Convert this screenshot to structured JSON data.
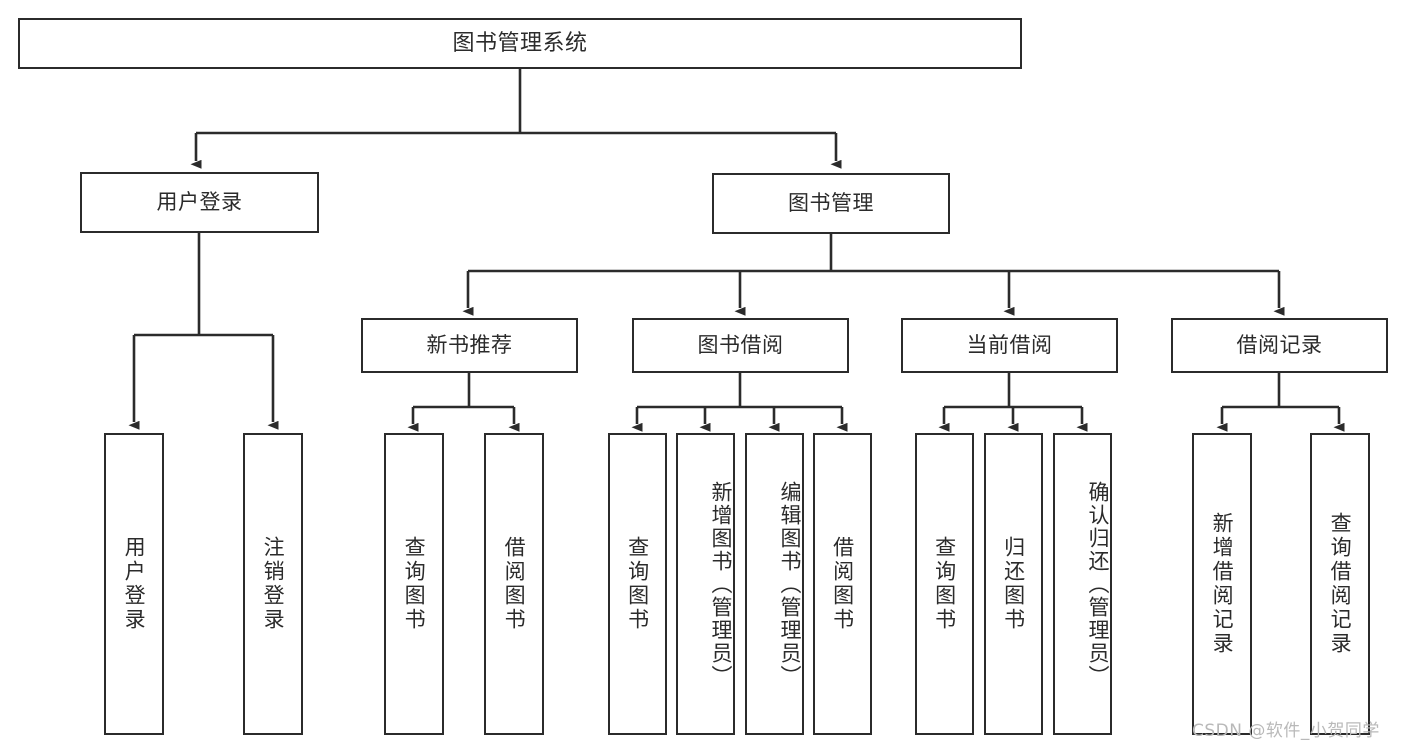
{
  "diagram": {
    "type": "tree",
    "title": "图书管理系统",
    "orientation": "top-down",
    "colors": {
      "node_border": "#2b2b2b",
      "node_fill": "#ffffff",
      "edge": "#2b2b2b",
      "text": "#2b2b2b",
      "background": "#ffffff",
      "watermark": "#b9b9b9"
    },
    "root": {
      "label": "图书管理系统"
    },
    "level2": [
      {
        "label": "用户登录"
      },
      {
        "label": "图书管理"
      }
    ],
    "level3": [
      {
        "label": "新书推荐"
      },
      {
        "label": "图书借阅"
      },
      {
        "label": "当前借阅"
      },
      {
        "label": "借阅记录"
      }
    ],
    "leaves": {
      "user_login": [
        {
          "label": "用户登录"
        },
        {
          "label": "注销登录"
        }
      ],
      "new_book_recommend": [
        {
          "label": "查询图书"
        },
        {
          "label": "借阅图书"
        }
      ],
      "book_borrow": [
        {
          "label": "查询图书"
        },
        {
          "label": "新增图书（管理员）"
        },
        {
          "label": "编辑图书（管理员）"
        },
        {
          "label": "借阅图书"
        }
      ],
      "current_borrow": [
        {
          "label": "查询图书"
        },
        {
          "label": "归还图书"
        },
        {
          "label": "确认归还（管理员）"
        }
      ],
      "borrow_record": [
        {
          "label": "新增借阅记录"
        },
        {
          "label": "查询借阅记录"
        }
      ]
    },
    "watermark": "CSDN @软件_小贺同学"
  }
}
